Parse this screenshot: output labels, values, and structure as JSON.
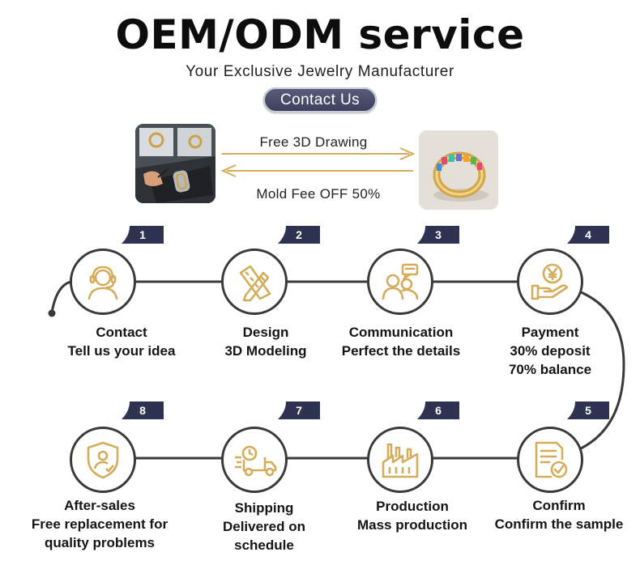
{
  "header": {
    "title": "OEM/ODM service",
    "subtitle": "Your Exclusive Jewelry Manufacturer",
    "contact_button": "Contact Us"
  },
  "arrows": {
    "forward_label": "Free 3D Drawing",
    "backward_label": "Mold Fee OFF 50%"
  },
  "colors": {
    "gold": "#d4ad5c",
    "badge": "#2f3352",
    "line": "#3a3a3a"
  },
  "steps": [
    {
      "number": "1",
      "title": "Contact",
      "line1": "Tell us your idea",
      "line2": "",
      "icon": "headset-user-icon"
    },
    {
      "number": "2",
      "title": "Design",
      "line1": "3D Modeling",
      "line2": "",
      "icon": "pencil-ruler-icon"
    },
    {
      "number": "3",
      "title": "Communication",
      "line1": "Perfect the details",
      "line2": "",
      "icon": "chat-people-icon"
    },
    {
      "number": "4",
      "title": "Payment",
      "line1": "30% deposit",
      "line2": "70% balance",
      "icon": "hand-coin-icon"
    },
    {
      "number": "5",
      "title": "Confirm",
      "line1": "Confirm the sample",
      "line2": "",
      "icon": "document-check-icon"
    },
    {
      "number": "6",
      "title": "Production",
      "line1": "Mass production",
      "line2": "",
      "icon": "factory-icon"
    },
    {
      "number": "7",
      "title": "Shipping",
      "line1": "Delivered on",
      "line2": "schedule",
      "icon": "delivery-truck-icon"
    },
    {
      "number": "8",
      "title": "After-sales",
      "line1": "Free replacement for",
      "line2": "quality problems",
      "icon": "shield-user-icon"
    }
  ]
}
